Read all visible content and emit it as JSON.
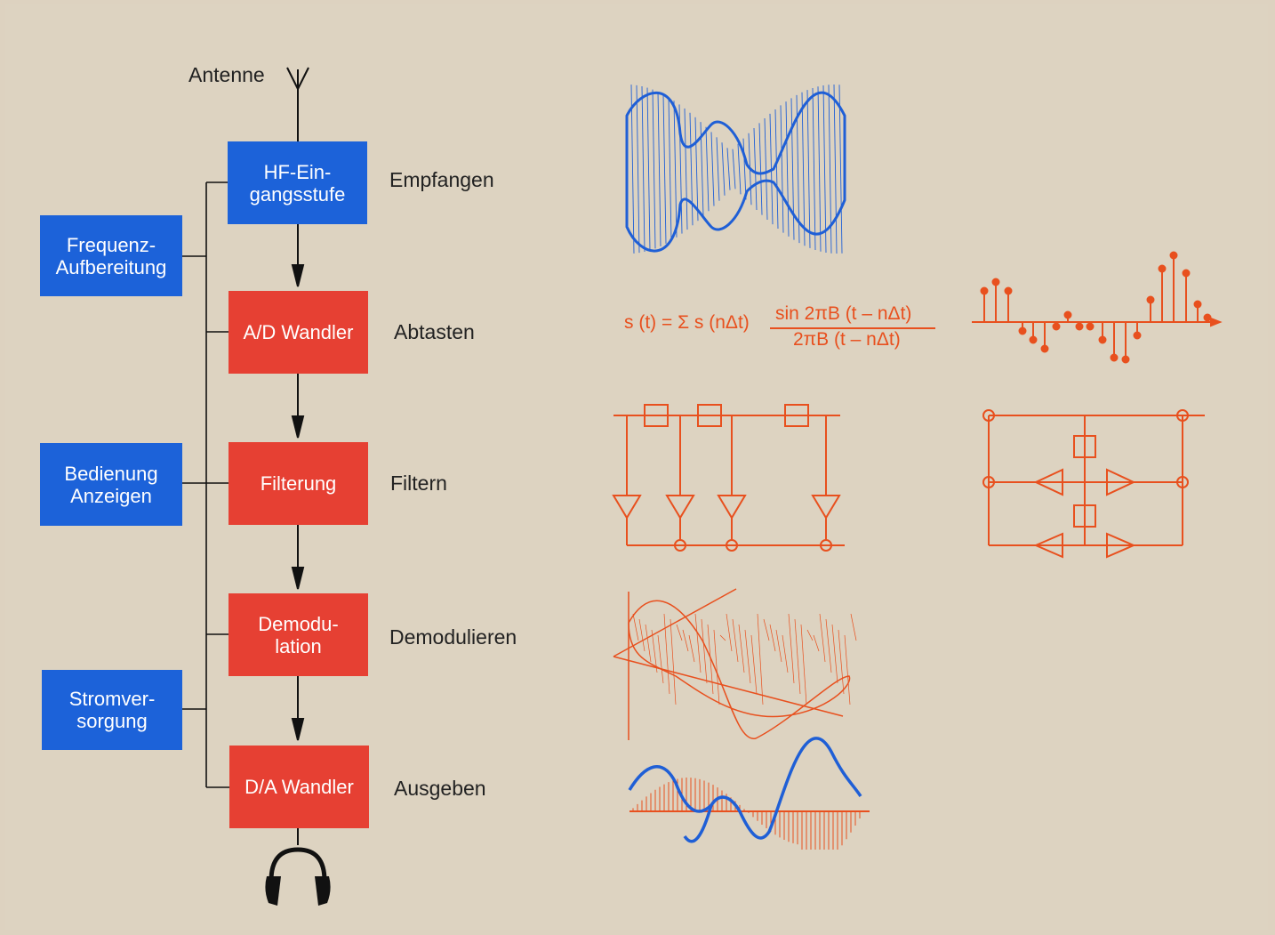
{
  "antenna_label": "Antenne",
  "blocks": {
    "hf": "HF-Ein-\ngangsstufe",
    "ad": "A/D Wandler",
    "filter": "Filterung",
    "demod": "Demodu-\nlation",
    "da": "D/A Wandler"
  },
  "side_blocks": {
    "freq": "Frequenz-\nAufbereitung",
    "ui": "Bedienung\nAnzeigen",
    "power": "Stromver-\nsorgung"
  },
  "stages": {
    "receive": "Empfangen",
    "sample": "Abtasten",
    "filter": "Filtern",
    "demod": "Demodulieren",
    "output": "Ausgeben"
  },
  "formula": {
    "lhs": "s (t) = Σ s (nΔt)",
    "numerator": "sin 2πB (t – nΔt)",
    "denominator": "2πB (t – nΔt)"
  },
  "colors": {
    "blue_block": "#1c62d9",
    "red_block": "#e64033",
    "signal_blue": "#1f5fd6",
    "signal_orange": "#e8501e",
    "background": "#ddd3c1"
  }
}
